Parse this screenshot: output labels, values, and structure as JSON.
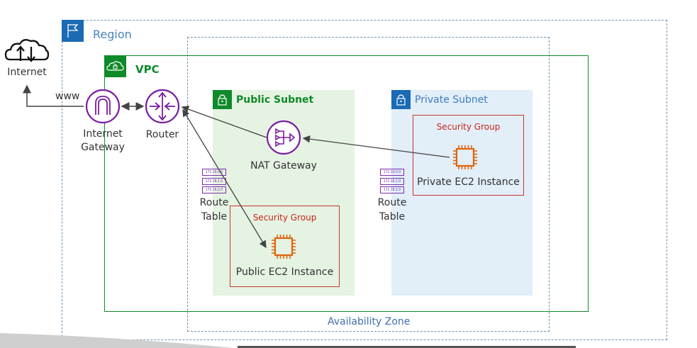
{
  "diagram": {
    "region": {
      "label": "Region",
      "icon": "flag-icon"
    },
    "availability_zone": {
      "label": "Availability Zone"
    },
    "vpc": {
      "label": "VPC",
      "icon": "cloud-lock-icon"
    },
    "internet": {
      "label": "Internet",
      "icon": "cloud-upload-download-icon"
    },
    "www_label": "www",
    "internet_gateway": {
      "label_line1": "Internet",
      "label_line2": "Gateway"
    },
    "router": {
      "label": "Router"
    },
    "public_subnet": {
      "label": "Public Subnet",
      "nat_gateway": {
        "label": "NAT Gateway"
      },
      "route_table": {
        "label_line1": "Route",
        "label_line2": "Table",
        "entries": [
          "172.16.0.0",
          "172.16.1.0",
          "172.16.2.0"
        ]
      },
      "security_group": {
        "label": "Security Group",
        "instance_label": "Public EC2 Instance"
      }
    },
    "private_subnet": {
      "label": "Private Subnet",
      "route_table": {
        "label_line1": "Route",
        "label_line2": "Table",
        "entries": [
          "172.16.0.0",
          "172.16.1.0",
          "172.16.2.0"
        ]
      },
      "security_group": {
        "label": "Security Group",
        "instance_label": "Private EC2 Instance"
      }
    },
    "colors": {
      "region": "#1a6ab4",
      "vpc": "#0f8a2a",
      "public_subnet_bg": "#e5f3e2",
      "private_subnet_bg": "#e2eef8",
      "security_group": "#c8362b",
      "network_icons": "#7a2fa8",
      "ec2": "#e0650f"
    }
  }
}
